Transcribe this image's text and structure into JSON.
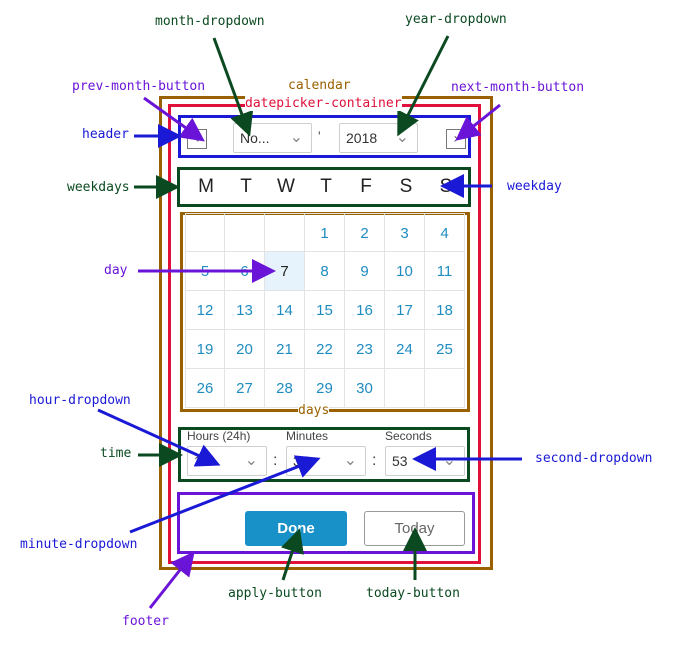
{
  "annotations": {
    "month_dropdown": "month-dropdown",
    "year_dropdown": "year-dropdown",
    "prev_month_button": "prev-month-button",
    "calendar": "calendar",
    "next_month_button": "next-month-button",
    "datepicker_container": "datepicker-container",
    "header": "header",
    "weekdays": "weekdays",
    "weekday": "weekday",
    "day": "day",
    "days": "days",
    "hour_dropdown": "hour-dropdown",
    "time": "time",
    "second_dropdown": "second-dropdown",
    "minute_dropdown": "minute-dropdown",
    "apply_button": "apply-button",
    "today_button": "today-button",
    "footer": "footer"
  },
  "colors": {
    "calendar": "#9a6100",
    "container": "#e0103a",
    "header": "#1a19d6",
    "green": "#0b4a20",
    "purple": "#6a14d8",
    "accent": "#1890c8"
  },
  "header": {
    "prev_icon": "‹",
    "next_icon": "›",
    "month_value": "No...",
    "separator": "'",
    "year_value": "2018"
  },
  "weekdays": [
    "M",
    "T",
    "W",
    "T",
    "F",
    "S",
    "S"
  ],
  "days": [
    [
      "",
      "",
      "",
      "1",
      "2",
      "3",
      "4"
    ],
    [
      "5",
      "6",
      "7",
      "8",
      "9",
      "10",
      "11"
    ],
    [
      "12",
      "13",
      "14",
      "15",
      "16",
      "17",
      "18"
    ],
    [
      "19",
      "20",
      "21",
      "22",
      "23",
      "24",
      "25"
    ],
    [
      "26",
      "27",
      "28",
      "29",
      "30",
      "",
      ""
    ]
  ],
  "selected_day": "7",
  "time": {
    "hours_label": "Hours (24h)",
    "minutes_label": "Minutes",
    "seconds_label": "Seconds",
    "hours_value": "1",
    "minutes_value": "37",
    "seconds_value": "53",
    "colon": ":"
  },
  "footer": {
    "done_label": "Done",
    "today_label": "Today"
  }
}
